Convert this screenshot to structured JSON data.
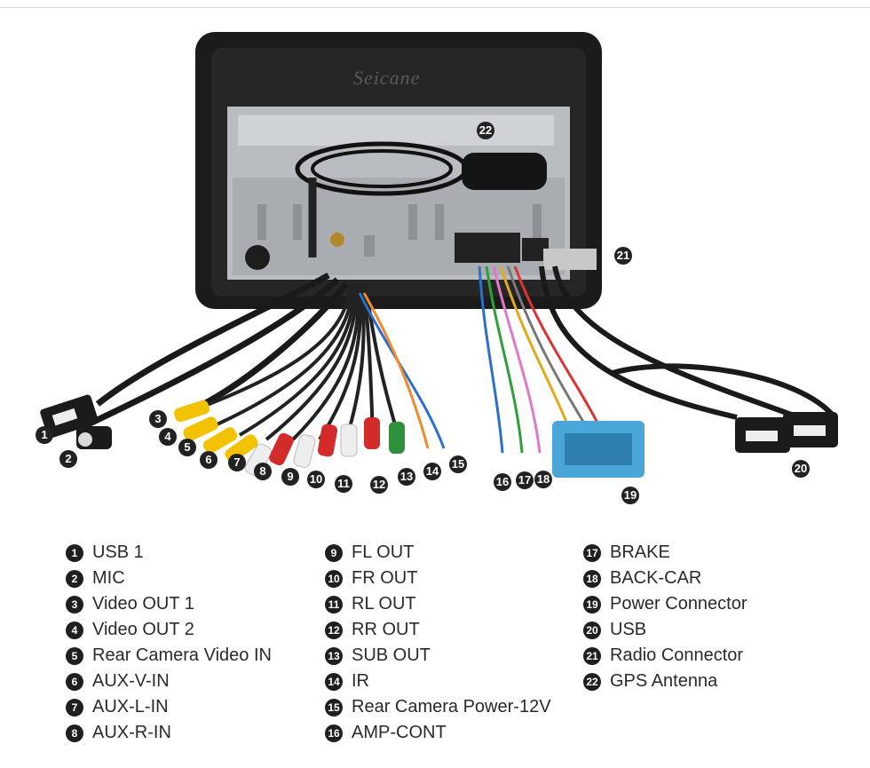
{
  "brand": "Seicane",
  "callouts": [
    "1",
    "2",
    "3",
    "4",
    "5",
    "6",
    "7",
    "8",
    "9",
    "10",
    "11",
    "12",
    "13",
    "14",
    "15",
    "16",
    "17",
    "18",
    "19",
    "20",
    "21",
    "22"
  ],
  "legend": {
    "col1": [
      {
        "n": "1",
        "label": "USB 1"
      },
      {
        "n": "2",
        "label": "MIC"
      },
      {
        "n": "3",
        "label": "Video OUT 1"
      },
      {
        "n": "4",
        "label": "Video OUT 2"
      },
      {
        "n": "5",
        "label": "Rear Camera Video IN"
      },
      {
        "n": "6",
        "label": "AUX-V-IN"
      },
      {
        "n": "7",
        "label": "AUX-L-IN"
      },
      {
        "n": "8",
        "label": "AUX-R-IN"
      }
    ],
    "col2": [
      {
        "n": "9",
        "label": "FL OUT"
      },
      {
        "n": "10",
        "label": "FR OUT"
      },
      {
        "n": "11",
        "label": "RL OUT"
      },
      {
        "n": "12",
        "label": "RR OUT"
      },
      {
        "n": "13",
        "label": "SUB OUT"
      },
      {
        "n": "14",
        "label": "IR"
      },
      {
        "n": "15",
        "label": "Rear Camera Power-12V"
      },
      {
        "n": "16",
        "label": "AMP-CONT"
      }
    ],
    "col3": [
      {
        "n": "17",
        "label": "BRAKE"
      },
      {
        "n": "18",
        "label": "BACK-CAR"
      },
      {
        "n": "19",
        "label": "Power Connector"
      },
      {
        "n": "20",
        "label": "USB"
      },
      {
        "n": "21",
        "label": "Radio Connector"
      },
      {
        "n": "22",
        "label": "GPS Antenna"
      }
    ]
  },
  "colors": {
    "yellow": "#f2c200",
    "red": "#d32a2a",
    "white": "#eeeeee",
    "green": "#2f8f3a",
    "blue_connector": "#4aa6d8",
    "frame": "#1b1b1b",
    "metal": "#b9bdc2"
  }
}
